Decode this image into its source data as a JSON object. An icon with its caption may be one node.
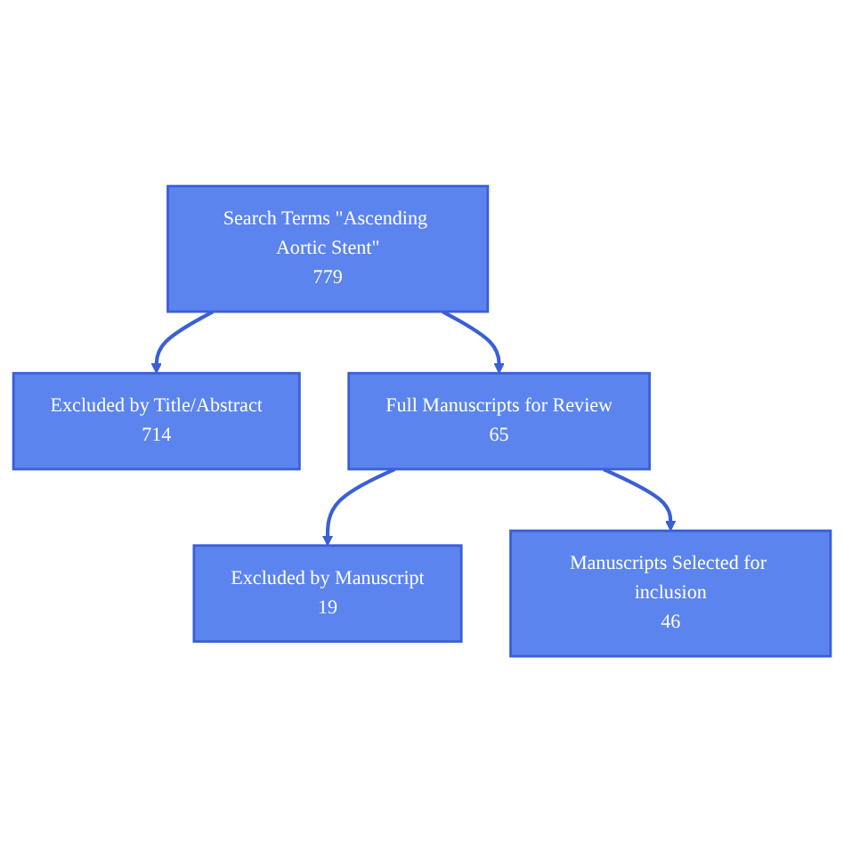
{
  "diagram": {
    "nodes": [
      {
        "text": [
          "Search Terms \"Ascending Aortic Stent\"",
          "779"
        ]
      },
      {
        "text": [
          "Excluded by Title/Abstract",
          "714"
        ]
      },
      {
        "text": [
          "Full Manuscripts for Review",
          "65"
        ]
      },
      {
        "text": [
          "Excluded by Manuscript",
          "19"
        ]
      },
      {
        "text": [
          "Manuscripts Selected for inclusion",
          "46"
        ]
      }
    ],
    "edges": [
      {
        "from": 0,
        "to": 1,
        "arrow": "to"
      },
      {
        "from": 0,
        "to": 2,
        "arrow": "to"
      },
      {
        "from": 2,
        "to": 3,
        "arrow": "to"
      },
      {
        "from": 2,
        "to": 4,
        "arrow": "to"
      }
    ]
  }
}
